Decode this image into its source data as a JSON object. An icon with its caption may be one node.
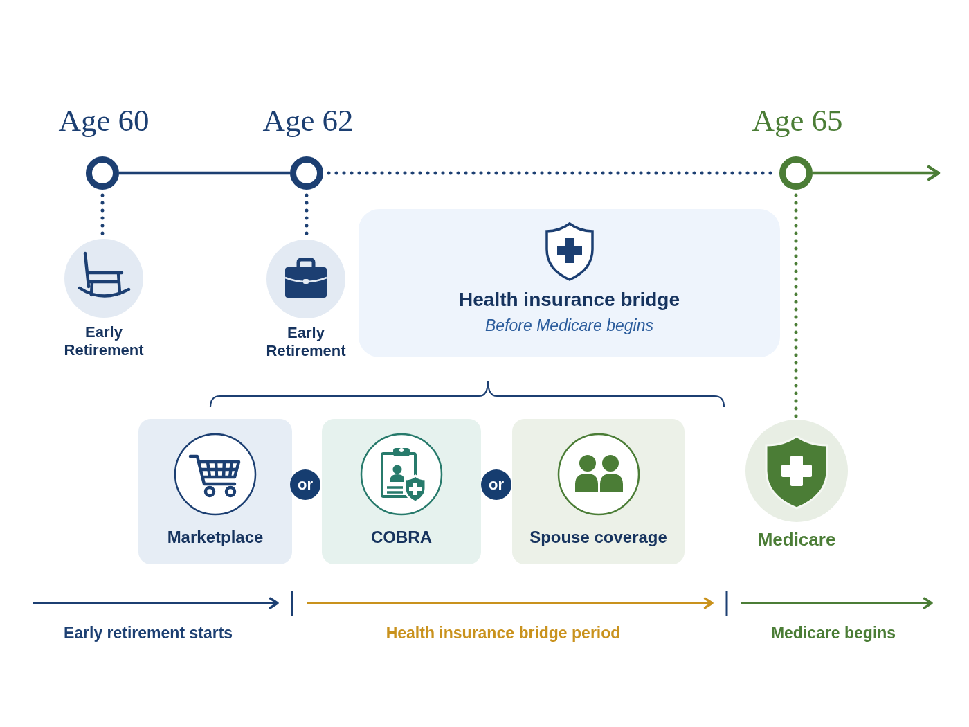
{
  "diagram": {
    "nodes": [
      {
        "text": [],
        "shape": "circle",
        "beside": [
          "Age 60"
        ]
      },
      {
        "text": [],
        "shape": "circle",
        "beside": [
          "Age 62"
        ]
      },
      {
        "text": [],
        "shape": "circle",
        "beside": [
          "Age 65"
        ]
      },
      {
        "text": [
          "Early Retirement"
        ]
      },
      {
        "text": [
          "Early Retirement"
        ]
      },
      {
        "text": [
          "Health insurance bridge",
          "Before Medicare begins"
        ]
      },
      {
        "text": [
          "Marketplace"
        ]
      },
      {
        "text": [
          "or"
        ]
      },
      {
        "text": [
          "COBRA"
        ]
      },
      {
        "text": [
          "or"
        ]
      },
      {
        "text": [
          "Spouse coverage"
        ]
      },
      {
        "text": [
          "Medicare"
        ]
      }
    ],
    "edges": [
      {
        "from": 0,
        "to": 1,
        "arrow": "none"
      },
      {
        "from": 0,
        "to": 3,
        "arrow": "none",
        "style": "dashed"
      },
      {
        "from": 1,
        "to": 2,
        "arrow": "none",
        "style": "dashed"
      },
      {
        "from": 1,
        "to": 4,
        "arrow": "none",
        "style": "dashed"
      },
      {
        "from": 2,
        "to": null,
        "arrow": "to",
        "color": "#4b7d36"
      },
      {
        "from": 2,
        "to": 11,
        "arrow": "none",
        "style": "dashed",
        "color": "#4b7d36"
      }
    ],
    "labels": [
      "Early retirement starts",
      "Health insurance bridge period",
      "Medicare begins"
    ]
  }
}
